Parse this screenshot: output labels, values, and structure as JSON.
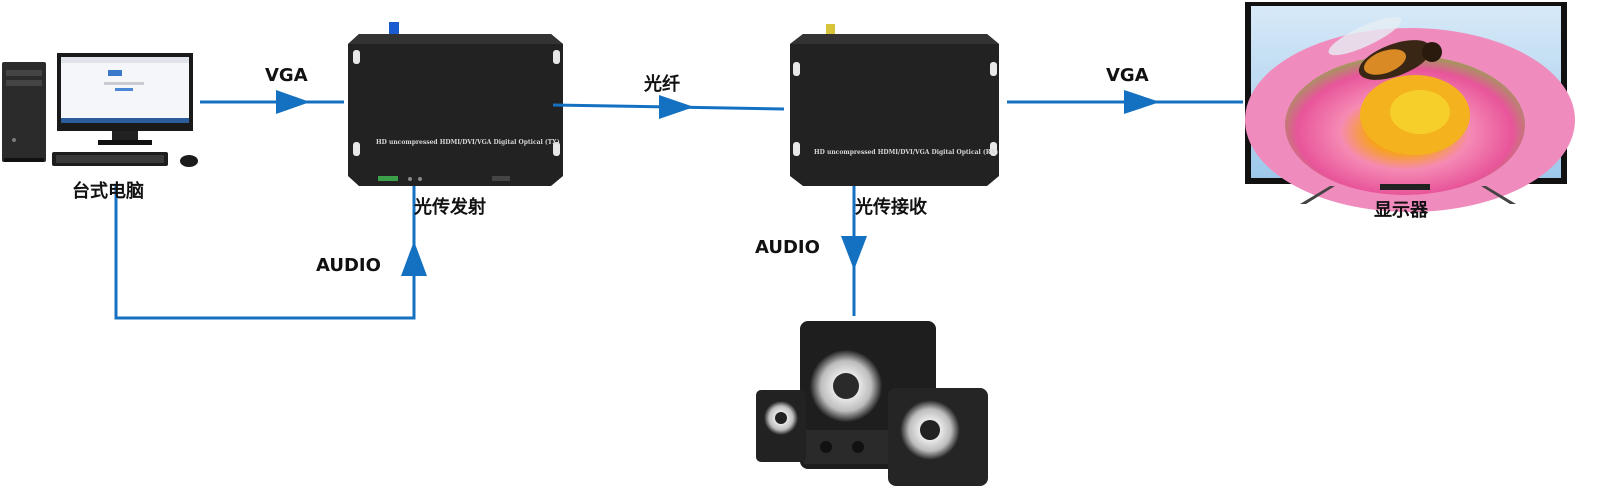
{
  "labels": {
    "desktop": "台式电脑",
    "transmitter": "光传发射",
    "receiver": "光传接收",
    "monitor": "显示器",
    "vga_left": "VGA",
    "fiber": "光纤",
    "vga_right": "VGA",
    "audio_left": "AUDIO",
    "audio_right": "AUDIO"
  },
  "device_text": {
    "tx": "HD uncompressed  HDMI/DVI/VGA Digital Optical  (TX)",
    "rx": "HD uncompressed  HDMI/DVI/VGA Digital Optical  (RX)"
  },
  "colors": {
    "connector": "#1470c0",
    "device_body": "#1c1c1c",
    "label_text": "#111111"
  },
  "icons": {
    "desktop": "desktop-computer-icon",
    "transmitter": "fiber-transmitter-icon",
    "receiver": "fiber-receiver-icon",
    "monitor": "monitor-icon",
    "speakers": "speakers-icon"
  }
}
